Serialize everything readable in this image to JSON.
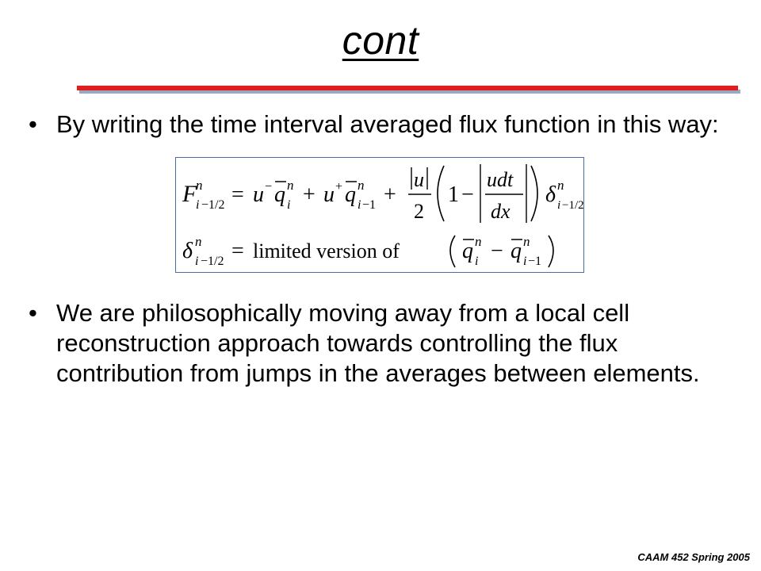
{
  "slide": {
    "title": "cont",
    "bullets": [
      {
        "marker": "•",
        "text": "By writing the time interval averaged flux function in this way:"
      },
      {
        "marker": "•",
        "text": "We are philosophically moving away from a local cell reconstruction approach towards controlling the flux contribution from jumps in the averages between elements."
      }
    ],
    "equations": {
      "eq1_plain": "F^n_{i-1/2} = u^- q̄^n_i + u^+ q̄^n_{i-1} + (|u|/2)(1 - |u dt/dx|) δ^n_{i-1/2}",
      "eq2_text": "limited version of"
    },
    "footer": "CAAM  452 Spring 2005"
  },
  "colors": {
    "rule": "#e01e1e",
    "rule_shadow": "#9aa8c2",
    "box_border": "#4a6fa5"
  }
}
